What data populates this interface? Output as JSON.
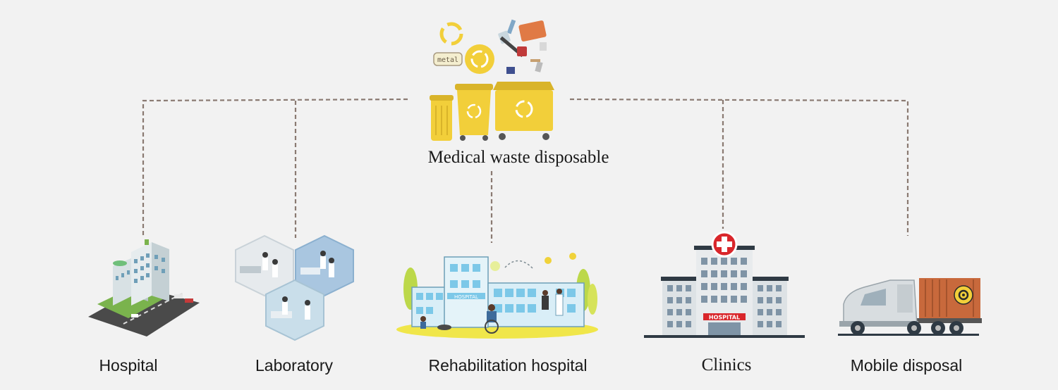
{
  "center": {
    "label": "Medical waste disposable",
    "metal_tag": "metal"
  },
  "nodes": [
    {
      "id": "hospital",
      "label": "Hospital"
    },
    {
      "id": "laboratory",
      "label": "Laboratory"
    },
    {
      "id": "rehabilitation",
      "label": "Rehabilitation hospital",
      "sign": "HOSPITAL"
    },
    {
      "id": "clinics",
      "label": "Clinics",
      "sign": "HOSPITAL"
    },
    {
      "id": "mobile",
      "label": "Mobile disposal"
    }
  ],
  "colors": {
    "background": "#f2f2f2",
    "connector": "#8a7a72",
    "bin_yellow": "#f2cf3a",
    "red_cross": "#d9262b",
    "container_rust": "#c8693c",
    "rehab_blue": "#7cc8e8"
  }
}
